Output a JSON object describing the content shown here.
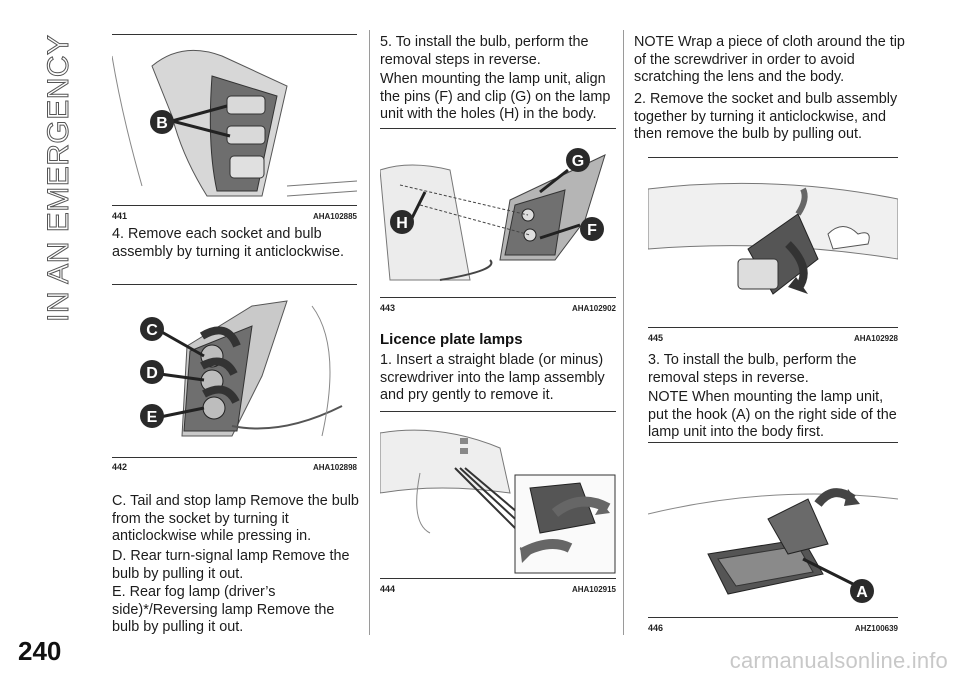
{
  "section_label": "IN AN EMERGENCY",
  "page_number": "240",
  "figures": [
    {
      "number": "441",
      "code": "AHA102885",
      "callouts": [
        "B"
      ]
    },
    {
      "number": "442",
      "code": "AHA102898",
      "callouts": [
        "C",
        "D",
        "E"
      ]
    },
    {
      "number": "443",
      "code": "AHA102902",
      "callouts": [
        "G",
        "H",
        "F"
      ]
    },
    {
      "number": "444",
      "code": "AHA102915",
      "callouts": []
    },
    {
      "number": "445",
      "code": "AHA102928",
      "callouts": []
    },
    {
      "number": "446",
      "code": "AHZ100639",
      "callouts": [
        "A"
      ]
    }
  ],
  "col1": {
    "step4": "4. Remove each socket and bulb assembly by turning it anticlockwise.",
    "item_c": "C. Tail and stop lamp Remove the bulb from the socket by turning it anticlockwise while pressing in.",
    "item_d": "D. Rear turn-signal lamp Remove the bulb by pulling it out.",
    "item_e": "E. Rear fog lamp (driver’s side)*/Reversing lamp Remove the bulb by pulling it out."
  },
  "col2": {
    "step5": "5. To install the bulb, perform the removal steps in reverse.",
    "mounting": "When mounting the lamp unit, align the pins (F) and clip (G) on the lamp unit with the holes (H) in the body.",
    "heading": "Licence plate lamps",
    "step1": "1. Insert a straight blade (or minus) screwdriver into the lamp assembly and pry gently to remove it."
  },
  "col3": {
    "note1": "NOTE  Wrap a piece of cloth around the tip of the screwdriver in order to avoid scratching the lens and the body.",
    "step2": "2. Remove the socket and bulb assembly together by turning it anticlockwise, and then remove the bulb by pulling out.",
    "step3": "3. To install the bulb, perform the removal steps in reverse.",
    "note2": "NOTE  When mounting the lamp unit, put the hook (A) on the right side of the lamp unit into the body first."
  },
  "watermark": "carmanualsonline.info",
  "colors": {
    "callout": "#2a2a2a",
    "rule": "#333333",
    "watermark": "#c8c8c8"
  }
}
